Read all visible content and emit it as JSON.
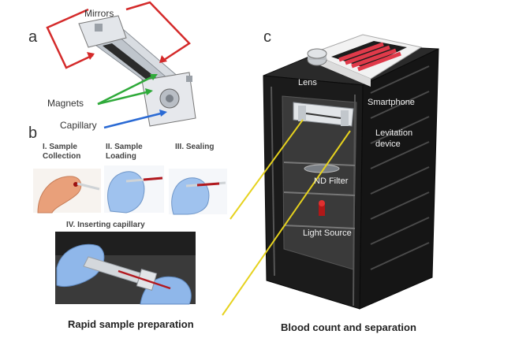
{
  "panel_a": {
    "letter": "a",
    "labels": {
      "mirrors": "Mirrors",
      "magnets": "Magnets",
      "capillary": "Capillary"
    }
  },
  "panel_b": {
    "letter": "b",
    "steps": [
      {
        "line1": "I. Sample",
        "line2": "Collection"
      },
      {
        "line1": "II. Sample",
        "line2": "Loading"
      },
      {
        "line1": "III. Sealing",
        "line2": ""
      }
    ],
    "step4": "IV. Inserting capillary"
  },
  "panel_c": {
    "letter": "c",
    "labels": {
      "lens": "Lens",
      "smartphone": "Smartphone",
      "levitation_line1": "Levitation",
      "levitation_line2": "device",
      "nd_filter": "ND Filter",
      "light_source": "Light Source"
    }
  },
  "captions": {
    "left": "Rapid sample preparation",
    "right": "Blood count and separation"
  },
  "colors": {
    "mirror_arrow": "#d42a2a",
    "magnet_arrow": "#2faa3a",
    "capillary_arrow": "#2a6ad4",
    "connector_line": "#e6d21e",
    "device_body": "#1b1b1b"
  }
}
